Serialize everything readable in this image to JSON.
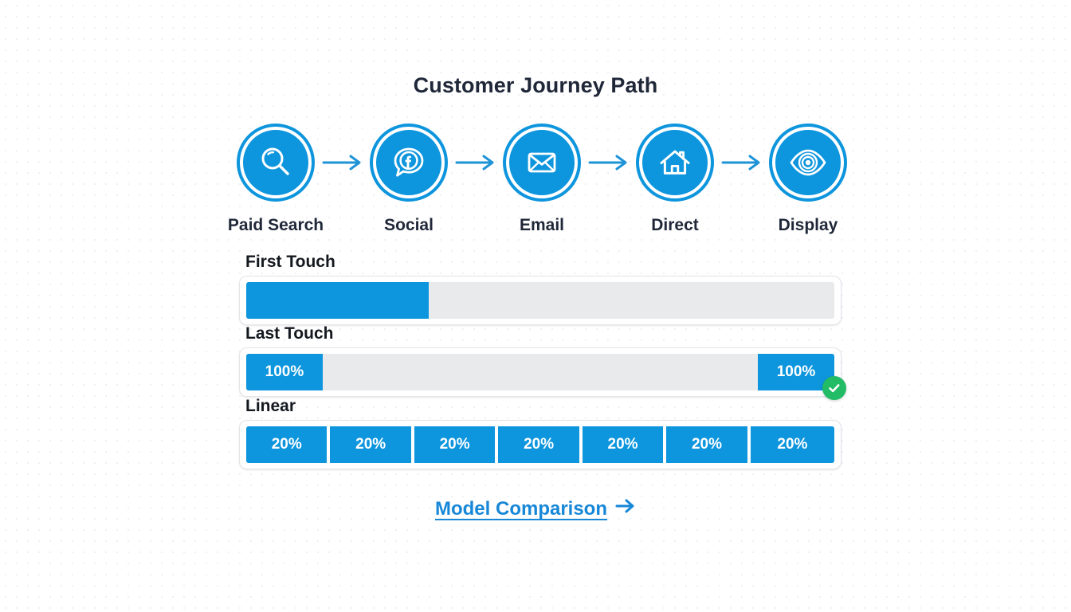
{
  "header": {
    "title": "Customer Journey Path"
  },
  "colors": {
    "brand_blue": "#0d95dd",
    "link_blue": "#1787d8",
    "track_gray": "#e9eaeb",
    "text_dark": "#1f2738",
    "success_green": "#22bb66",
    "background": "#ffffff"
  },
  "journey": {
    "steps": [
      {
        "label": "Paid Search",
        "icon": "magnifier-icon"
      },
      {
        "label": "Social",
        "icon": "facebook-speech-bubble-icon"
      },
      {
        "label": "Email",
        "icon": "envelope-icon"
      },
      {
        "label": "Direct",
        "icon": "house-icon"
      },
      {
        "label": "Display",
        "icon": "eye-icon"
      }
    ],
    "connector_icon": "arrow-right-icon"
  },
  "models": [
    {
      "label": "First Touch",
      "type": "single-fill",
      "segments": [
        {
          "value": 31,
          "label": "",
          "filled": true
        },
        {
          "value": 69,
          "label": "",
          "filled": false
        }
      ],
      "selected": false
    },
    {
      "label": "Last Touch",
      "type": "ends",
      "segments": [
        {
          "value": 13,
          "label": "100%",
          "filled": true
        },
        {
          "value": 74,
          "label": "",
          "filled": false
        },
        {
          "value": 13,
          "label": "100%",
          "filled": true
        }
      ],
      "selected": true,
      "selected_icon": "check-circle-icon"
    },
    {
      "label": "Linear",
      "type": "equal-split",
      "segments": [
        {
          "value": 14.29,
          "label": "20%",
          "filled": true
        },
        {
          "value": 14.29,
          "label": "20%",
          "filled": true
        },
        {
          "value": 14.29,
          "label": "20%",
          "filled": true
        },
        {
          "value": 14.29,
          "label": "20%",
          "filled": true
        },
        {
          "value": 14.29,
          "label": "20%",
          "filled": true
        },
        {
          "value": 14.29,
          "label": "20%",
          "filled": true
        },
        {
          "value": 14.29,
          "label": "20%",
          "filled": true
        }
      ],
      "selected": false
    }
  ],
  "footer": {
    "link_text": "Model Comparison",
    "link_icon": "arrow-right-icon"
  }
}
